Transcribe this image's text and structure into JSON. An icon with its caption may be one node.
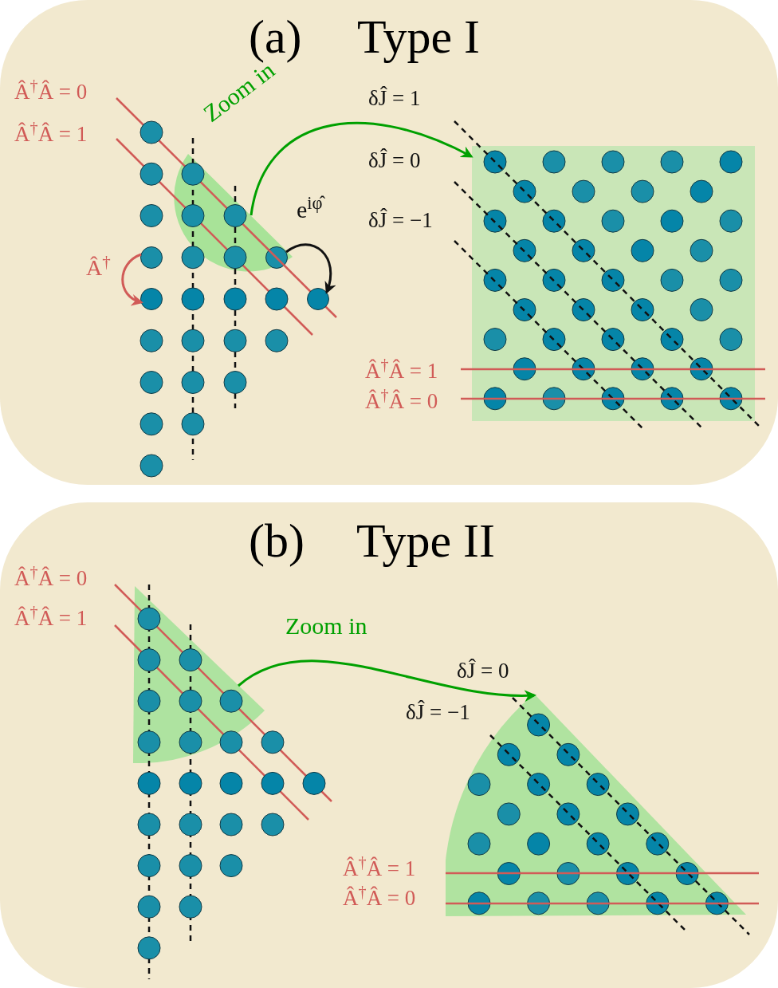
{
  "diagram": {
    "nodes": [
      {
        "text": [
          "(a)",
          "Type I"
        ]
      },
      {
        "text": [],
        "shape": "sector",
        "in": 0
      },
      {
        "text": [],
        "shape": "box",
        "in": 0
      },
      {
        "text": [],
        "shape": "circle",
        "in": 0
      },
      {
        "text": [],
        "shape": "circle",
        "in": 0
      },
      {
        "text": [],
        "shape": "circle",
        "in": 1
      },
      {
        "text": [],
        "shape": "circle",
        "in": 0
      },
      {
        "text": [
          "(b)",
          "Type II"
        ]
      },
      {
        "text": [],
        "shape": "sector",
        "in": 7
      },
      {
        "text": [],
        "shape": "sector",
        "in": 7
      }
    ],
    "edges": [
      {
        "from": 1,
        "to": 2,
        "arrow": "to",
        "label": "Zoom in",
        "color": "#00a000"
      },
      {
        "from": 3,
        "to": 4,
        "arrow": "to",
        "label": "Â$^{†}$",
        "color": "#d15b57"
      },
      {
        "from": 5,
        "to": 6,
        "arrow": "to",
        "label": "e$^{iφ̂}$",
        "color": "#111111"
      },
      {
        "from": 8,
        "to": 9,
        "arrow": "to",
        "label": "Zoom in",
        "color": "#00a000"
      }
    ],
    "labels": [
      "Â$^{†}$Â = 0",
      "Â$^{†}$Â = 1",
      "δĴ = 1",
      "δĴ = 0",
      "δĴ = −1",
      "Â$^{†}$Â = 1",
      "Â$^{†}$Â = 0",
      "Â$^{†}$Â = 0",
      "Â$^{†}$Â = 1",
      "δĴ = 0",
      "δĴ = −1",
      "Â$^{†}$Â = 1",
      "Â$^{†}$Â = 0"
    ]
  }
}
